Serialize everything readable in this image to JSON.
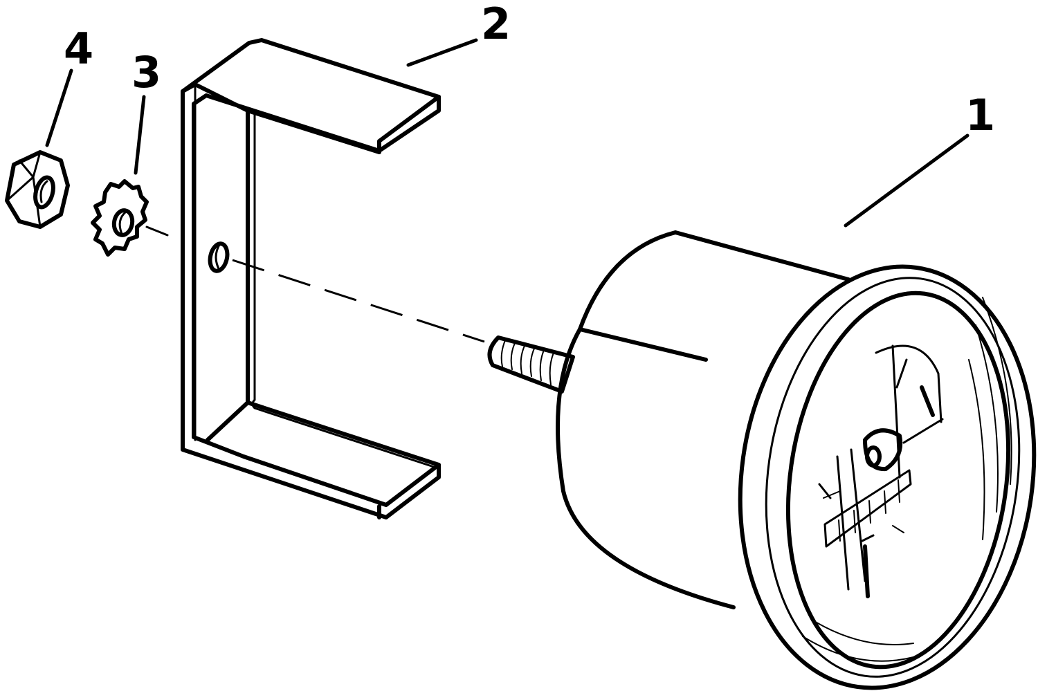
{
  "diagram": {
    "callouts": [
      {
        "id": "1",
        "label": "1"
      },
      {
        "id": "2",
        "label": "2"
      },
      {
        "id": "3",
        "label": "3"
      },
      {
        "id": "4",
        "label": "4"
      }
    ],
    "parts": [
      "gauge-assembly",
      "u-bracket",
      "lock-washer",
      "hex-nut"
    ],
    "line_color": "#000000",
    "background_color": "#ffffff"
  }
}
